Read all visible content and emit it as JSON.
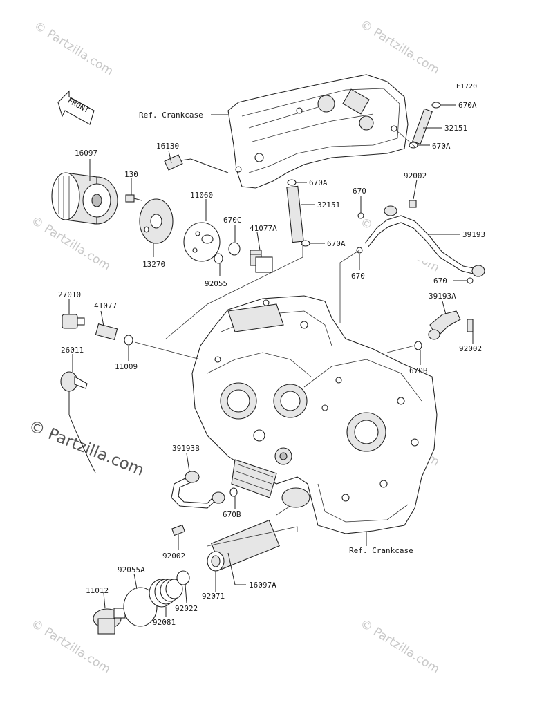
{
  "diagram": {
    "id_code": "E1720",
    "front_label": "FRONT",
    "ref_labels": [
      "Ref. Crankcase",
      "Ref. Crankcase"
    ],
    "part_labels": [
      "16097",
      "130",
      "16130",
      "13270",
      "11060",
      "670C",
      "41077A",
      "92055",
      "670A",
      "32151",
      "670A",
      "670A",
      "32151",
      "670A",
      "670",
      "92002",
      "39193",
      "670",
      "670",
      "27010",
      "41077",
      "11009",
      "39193A",
      "92002",
      "670B",
      "26011",
      "39193B",
      "670B",
      "92002",
      "92055A",
      "11012",
      "92081",
      "92022",
      "92071",
      "16097A"
    ]
  },
  "watermark": {
    "small": "© Partzilla.com",
    "large": "© Partzilla.com"
  },
  "colors": {
    "line": "#222222",
    "watermark": "#c8c8c8",
    "part_fill": "#e6e6e6"
  }
}
